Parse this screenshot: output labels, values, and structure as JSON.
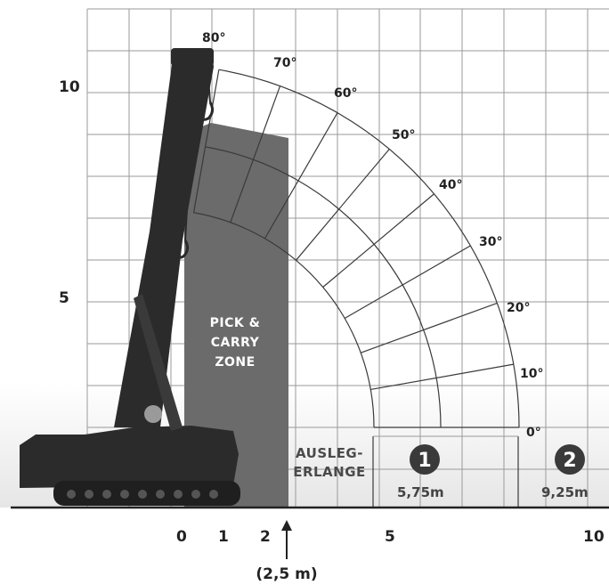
{
  "y_labels": [
    "10",
    "5"
  ],
  "x_labels": [
    "0",
    "1",
    "2",
    "5",
    "10"
  ],
  "angles": [
    "80°",
    "70°",
    "60°",
    "50°",
    "40°",
    "30°",
    "20°",
    "10°",
    "0°"
  ],
  "pick_carry": {
    "line1": "PICK &",
    "line2": "CARRY",
    "line3": "ZONE"
  },
  "ausleg": {
    "line1": "AUSLEG-",
    "line2": "ERLANGE"
  },
  "marker_arrow_label": "(2,5 m)",
  "reach": [
    {
      "number": "1",
      "value": "5,75m"
    },
    {
      "number": "2",
      "value": "9,25m"
    }
  ],
  "colors": {
    "zone_fill": "#6b6b6b",
    "grid": "#9a9a9a",
    "crane": "#2b2b2b",
    "badge": "#3a3a3a"
  }
}
